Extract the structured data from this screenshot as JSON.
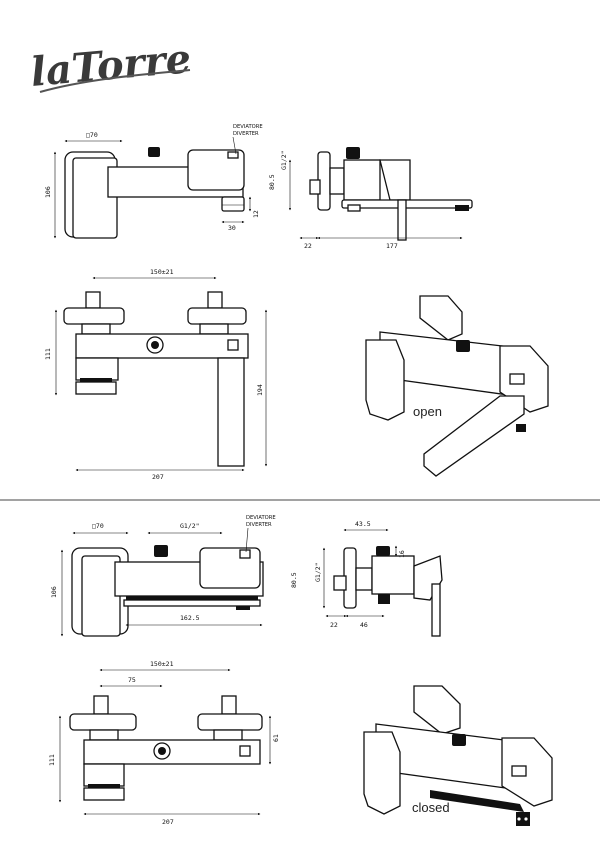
{
  "brand": {
    "logo_text": "laTorre"
  },
  "sections": [
    {
      "state_label": "open",
      "front": {
        "square": "□70",
        "diverter_it": "DEVIATORE",
        "diverter_en": "DIVERTER",
        "height": "106",
        "spout_w": "30",
        "spout_h": "12"
      },
      "side": {
        "thread": "G1/2\"",
        "height": "80.5",
        "offset": "22",
        "depth": "177"
      },
      "top": {
        "centers": "150±21",
        "body": "111",
        "spout": "194",
        "width": "207"
      }
    },
    {
      "state_label": "closed",
      "front": {
        "square": "□70",
        "thread": "G1/2\"",
        "diverter_it": "DEVIATORE",
        "diverter_en": "DIVERTER",
        "height": "106",
        "length": "162.5"
      },
      "side": {
        "depth_top": "43.5",
        "knob": "16",
        "thread": "G1/2\"",
        "height": "80.5",
        "offset": "22",
        "depth": "46"
      },
      "top": {
        "centers": "150±21",
        "half": "75",
        "body": "111",
        "right": "61",
        "width": "207"
      }
    }
  ],
  "colors": {
    "line": "#111111",
    "divider": "#444444"
  }
}
